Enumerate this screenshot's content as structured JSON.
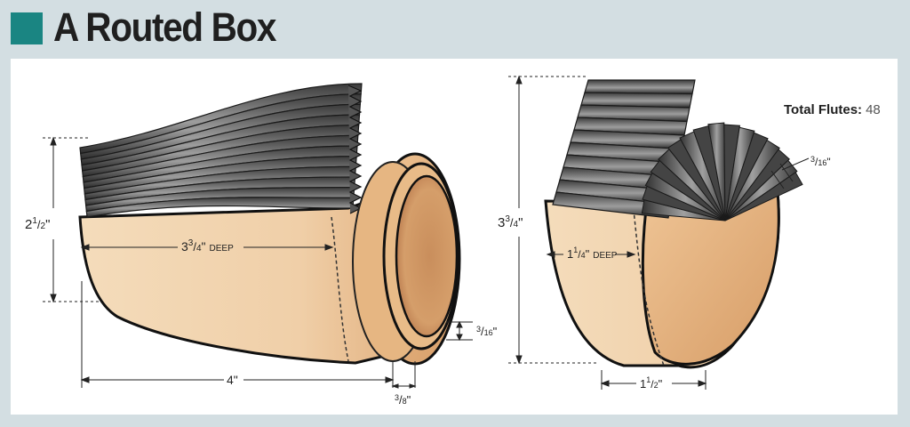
{
  "header": {
    "title": "A Routed Box",
    "accent_color": "#1a8582"
  },
  "left_box": {
    "height_label": {
      "whole": "2",
      "num": "1",
      "den": "2",
      "unit": "\""
    },
    "depth_label": {
      "whole": "3",
      "num": "3",
      "den": "4",
      "unit": "\"",
      "suffix": "DEEP"
    },
    "length_label": "4\"",
    "lip_label": {
      "num": "3",
      "den": "8",
      "unit": "\""
    },
    "wall_label": {
      "num": "3",
      "den": "16",
      "unit": "\""
    }
  },
  "right_box": {
    "height_label": {
      "whole": "3",
      "num": "3",
      "den": "4",
      "unit": "\""
    },
    "depth_label": {
      "whole": "1",
      "num": "1",
      "den": "4",
      "unit": "\"",
      "suffix": "DEEP"
    },
    "width_label": {
      "whole": "1",
      "num": "1",
      "den": "2",
      "unit": "\""
    },
    "flute_label": {
      "num": "3",
      "den": "16",
      "unit": "\""
    },
    "total_flutes": {
      "label": "Total Flutes:",
      "value": "48"
    }
  },
  "colors": {
    "wood_light": "#f2d3ad",
    "wood_mid": "#e0ac78",
    "wood_dark": "#b9774a",
    "flute_dark": "#2e2e2e",
    "flute_light": "#9a9a9a",
    "background": "#d3dee2"
  }
}
